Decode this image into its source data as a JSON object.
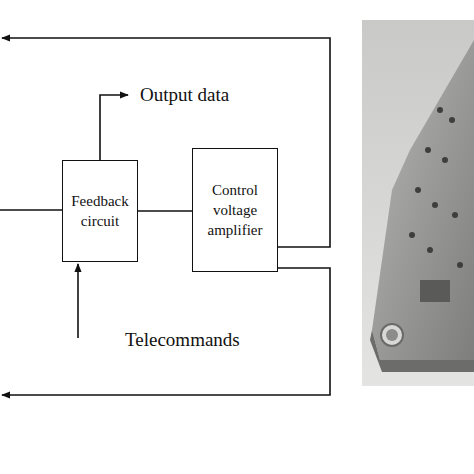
{
  "diagram": {
    "nodes": [
      {
        "text": [
          "Feedback circuit"
        ]
      },
      {
        "text": [
          "Control voltage amplifier"
        ]
      }
    ],
    "edges": [
      {
        "from": 0,
        "to": 1,
        "arrow": "none"
      }
    ],
    "labels": [
      "Output data",
      "Telecommands"
    ]
  }
}
